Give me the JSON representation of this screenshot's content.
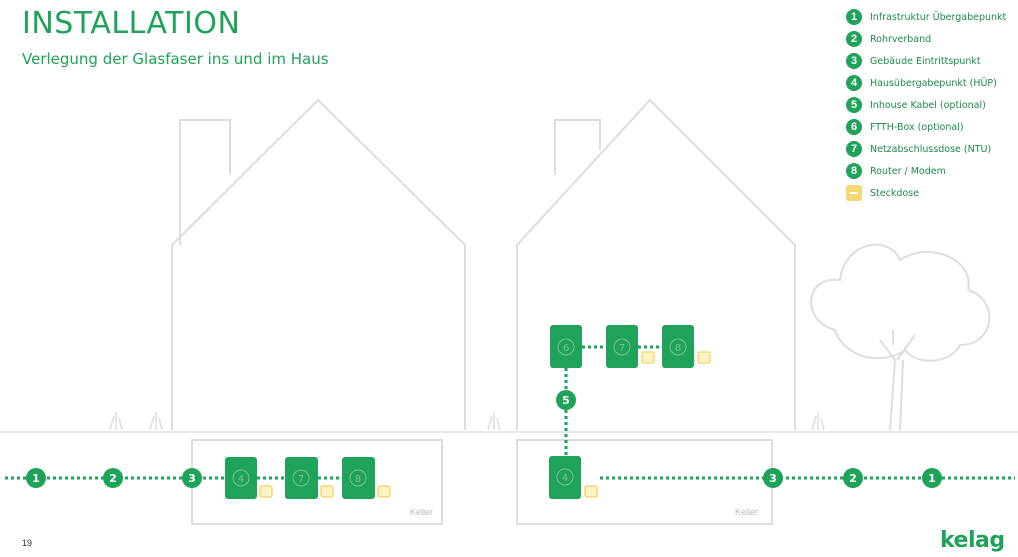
{
  "title": "INSTALLATION",
  "subtitle": "Verlegung der Glasfaser ins und im Haus",
  "legend": {
    "items": [
      {
        "num": "1",
        "label": "Infrastruktur Übergabepunkt"
      },
      {
        "num": "2",
        "label": "Rohrverband"
      },
      {
        "num": "3",
        "label": "Gebäude Eintrittspunkt"
      },
      {
        "num": "4",
        "label": "Hausübergabepunkt (HÜP)"
      },
      {
        "num": "5",
        "label": "Inhouse Kabel (optional)"
      },
      {
        "num": "6",
        "label": "FTTH-Box (optional)"
      },
      {
        "num": "7",
        "label": "Netzabschlussdose (NTU)"
      },
      {
        "num": "8",
        "label": "Router / Modem"
      }
    ],
    "socket_label": "Steckdose"
  },
  "diagram": {
    "left_line_nodes": [
      "1",
      "2",
      "3"
    ],
    "left_boxes": [
      "4",
      "7",
      "8"
    ],
    "right_upper_boxes": [
      "6",
      "7",
      "8"
    ],
    "riser_node": "5",
    "right_basement_box": "4",
    "right_line_nodes": [
      "3",
      "2",
      "1"
    ],
    "basement_label_left": "Keller",
    "basement_label_right": "Keller"
  },
  "colors": {
    "accent": "#1fa25a",
    "socket": "#f7d774",
    "house_outline": "#dddddd"
  },
  "page_number": "19",
  "logo": "kelag"
}
